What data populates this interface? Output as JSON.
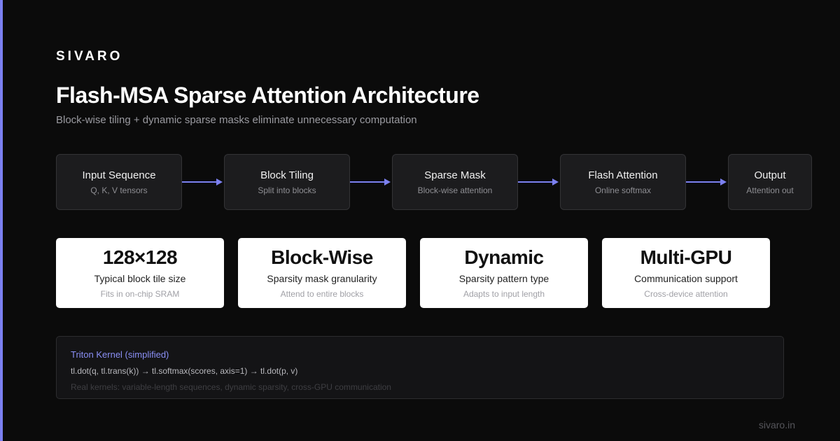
{
  "brand": "SIVARO",
  "title": "Flash-MSA Sparse Attention Architecture",
  "subtitle": "Block-wise tiling + dynamic sparse masks eliminate unnecessary computation",
  "colors": {
    "accent": "#7b80f0",
    "background": "#0b0b0b",
    "node_bg": "#1c1c1e"
  },
  "flow": [
    {
      "title": "Input Sequence",
      "sub": "Q, K, V tensors"
    },
    {
      "title": "Block Tiling",
      "sub": "Split into blocks"
    },
    {
      "title": "Sparse Mask",
      "sub": "Block-wise attention"
    },
    {
      "title": "Flash Attention",
      "sub": "Online softmax"
    },
    {
      "title": "Output",
      "sub": "Attention out"
    }
  ],
  "stats": [
    {
      "value": "128×128",
      "label": "Typical block tile size",
      "note": "Fits in on-chip SRAM"
    },
    {
      "value": "Block-Wise",
      "label": "Sparsity mask granularity",
      "note": "Attend to entire blocks"
    },
    {
      "value": "Dynamic",
      "label": "Sparsity pattern type",
      "note": "Adapts to input length"
    },
    {
      "value": "Multi-GPU",
      "label": "Communication support",
      "note": "Cross-device attention"
    }
  ],
  "code": {
    "title": "Triton Kernel (simplified)",
    "line": "tl.dot(q, tl.trans(k)) → tl.softmax(scores, axis=1) → tl.dot(p, v)",
    "note": "Real kernels: variable-length sequences, dynamic sparsity, cross-GPU communication"
  },
  "footer": "sivaro.in"
}
